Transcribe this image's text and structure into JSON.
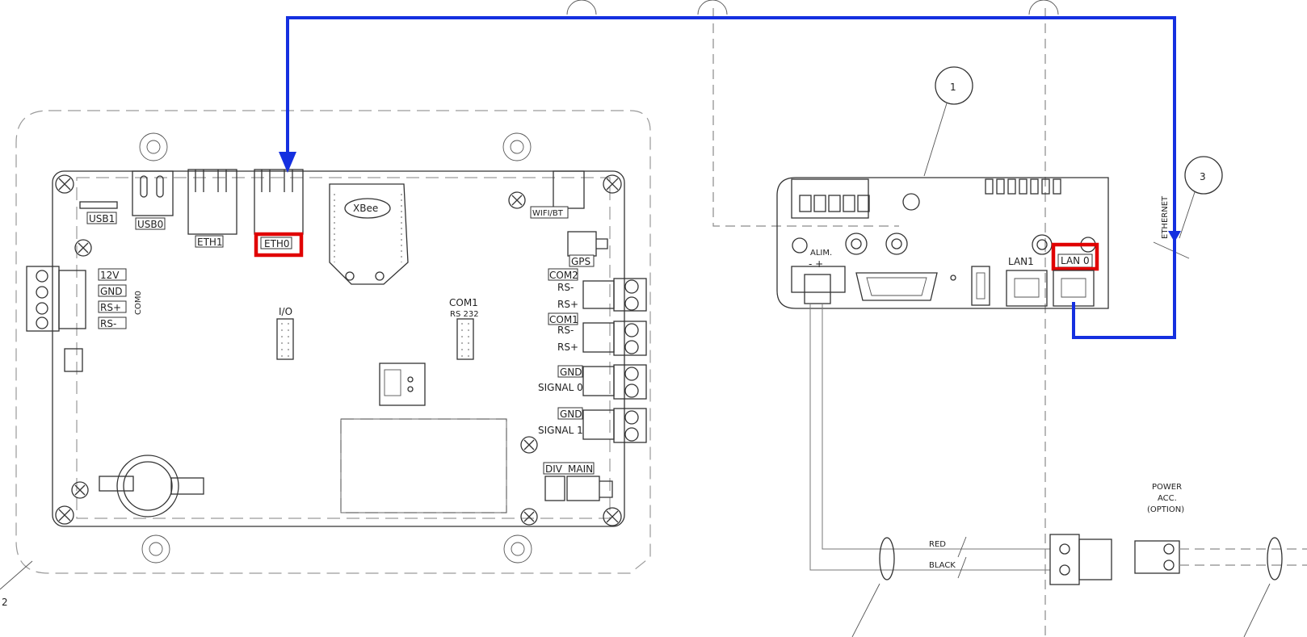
{
  "colors": {
    "ethernet_route": "#1530e0",
    "highlight": "#e00000",
    "line": "#333333"
  },
  "left_board": {
    "usb1": "USB1",
    "usb0": "USB0",
    "eth1": "ETH1",
    "eth0": "ETH0",
    "wifi_bt": "WIFI/BT",
    "gps": "GPS",
    "com2": "COM2",
    "com1_right": "COM1",
    "com1_mid": "COM1",
    "rs232": "RS 232",
    "io": "I/O",
    "com0": "COM0",
    "v12": "12V",
    "gnd": "GND",
    "rs_plus": "RS+",
    "rs_minus": "RS-",
    "com2_rs_minus": "RS-",
    "com2_rs_plus": "RS+",
    "com1_rs_minus": "RS-",
    "com1_rs_plus": "RS+",
    "gnd0": "GND",
    "signal0": "SIGNAL 0",
    "gnd1": "GND",
    "signal1": "SIGNAL 1",
    "div": "DIV",
    "main": "MAIN",
    "xbee": "XBee",
    "callout_2": "2"
  },
  "router": {
    "callout_1": "1",
    "callout_3": "3",
    "lan1": "LAN1",
    "lan0": "LAN 0",
    "alim": "ALIM.",
    "polarity": "-  +",
    "ethernet": "ETHERNET",
    "red": "RED",
    "black": "BLACK",
    "power_acc_1": "POWER",
    "power_acc_2": "ACC.",
    "power_acc_3": "(OPTION)"
  }
}
